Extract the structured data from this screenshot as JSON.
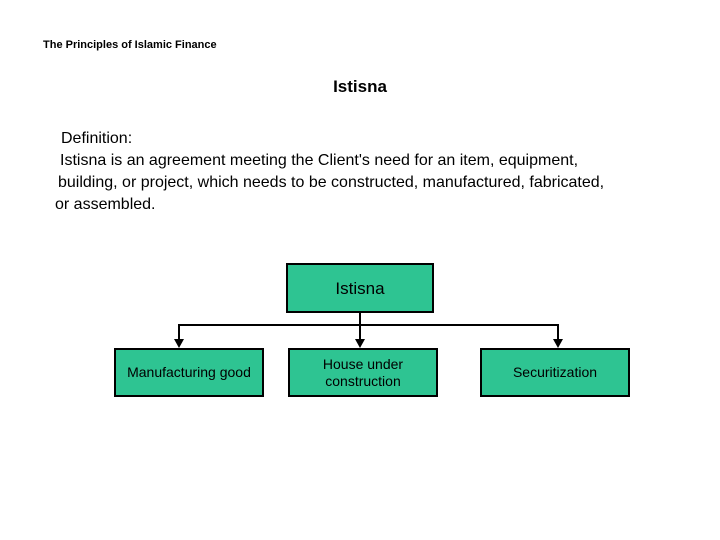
{
  "header": {
    "text": "The Principles of Islamic Finance"
  },
  "title": {
    "text": "Istisna"
  },
  "definition": {
    "lines": [
      "Definition:",
      "Istisna is an agreement meeting the Client's need for an item, equipment,",
      "building, or project, which needs to be constructed, manufactured, fabricated,",
      "or assembled."
    ]
  },
  "diagram": {
    "type": "org-chart",
    "box_fill": "#2ec492",
    "box_border": "#000000",
    "line_color": "#000000",
    "root": {
      "label": "Istisna"
    },
    "children": [
      {
        "label": "Manufacturing good"
      },
      {
        "label": "House under construction"
      },
      {
        "label": "Securitization"
      }
    ]
  }
}
